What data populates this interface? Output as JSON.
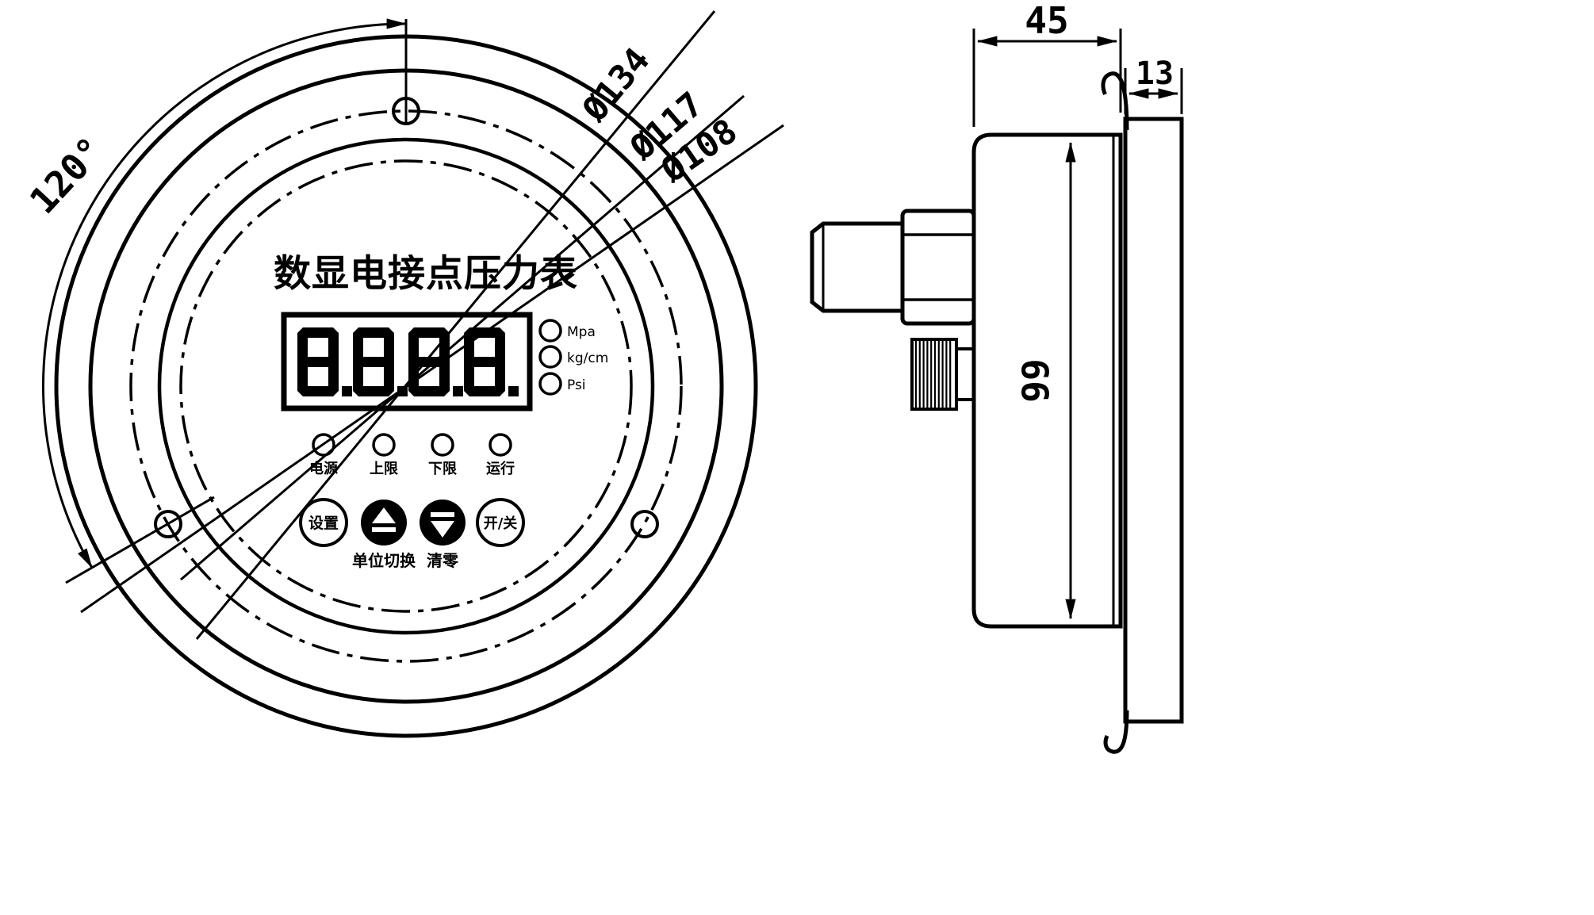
{
  "front_view": {
    "title": "数显电接点压力表",
    "display": {
      "value": "8.8.8.8.",
      "digits": [
        "8",
        "8",
        "8",
        "8"
      ],
      "decimal_after_each": true
    },
    "unit_leds": [
      {
        "label": "Mpa"
      },
      {
        "label": "kg/cm"
      },
      {
        "label": "Psi"
      }
    ],
    "status_leds": [
      {
        "label": "电源"
      },
      {
        "label": "上限"
      },
      {
        "label": "下限"
      },
      {
        "label": "运行"
      }
    ],
    "buttons": [
      {
        "label": "设置"
      },
      {
        "icon": "up-triangle-bar"
      },
      {
        "icon": "down-triangle-bar"
      },
      {
        "label": "开/关"
      }
    ],
    "button_captions": [
      "单位切换",
      "清零"
    ],
    "dimensions": {
      "angle": "120°",
      "d_outer": "Ø134",
      "d_mid": "Ø117",
      "d_inner": "Ø108"
    }
  },
  "side_view": {
    "dimensions": {
      "depth": "45",
      "flange_offset": "13",
      "height": "99"
    }
  },
  "colors": {
    "ink": "#000000",
    "paper": "#ffffff"
  }
}
